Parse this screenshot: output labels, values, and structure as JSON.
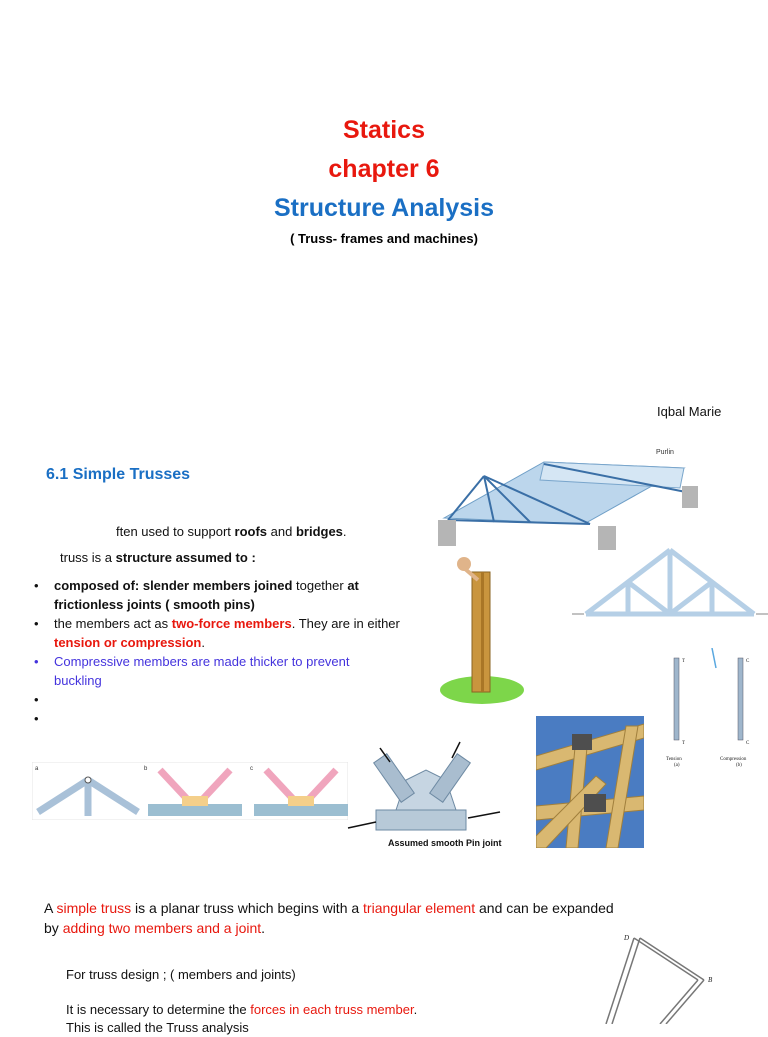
{
  "title": {
    "line1": "Statics",
    "line2": "chapter 6",
    "line3": "Structure Analysis",
    "line4": "( Truss- frames and machines)"
  },
  "author": "Iqbal Marie",
  "section": {
    "heading": "6.1 Simple Trusses"
  },
  "intro": {
    "line1_pre": "ften used to support ",
    "line1_b1": "roofs",
    "line1_mid": " and ",
    "line1_b2": "bridges",
    "line1_post": ".",
    "line2_pre": "truss is a ",
    "line2_b": "structure assumed to :"
  },
  "bullets": {
    "dot": "•",
    "b1_b1": "composed of: slender members joined",
    "b1_mid": " together ",
    "b1_b2": "at",
    "b1_line2": "frictionless joints ( smooth pins)",
    "b2_pre": "the members act as ",
    "b2_red": "two-force members",
    "b2_post": ". They are in either",
    "b2_line2": "tension or compression",
    "b2_line2_post": ".",
    "b3_line1": "Compressive members are made thicker to prevent",
    "b3_line2": "buckling"
  },
  "figures": {
    "purlin": "Purlin",
    "tension_label": "Tension",
    "tension_sub": "(a)",
    "compression_label": "Compression",
    "compression_sub": "(b)",
    "t": "T",
    "c": "C",
    "a": "a",
    "b": "b",
    "cc": "c",
    "pt_b": "B",
    "pt_d": "D",
    "pin_caption": "Assumed smooth Pin joint"
  },
  "simple_truss": {
    "pre": "A ",
    "red1": "simple truss",
    "mid1": " is a planar truss which begins with a  ",
    "red2": "triangular element",
    "mid2": " and can be expanded",
    "by": "by ",
    "red3": "adding two members and a joint",
    "post": "."
  },
  "design": {
    "line1": "For truss design ; ( members and joints)",
    "line2_pre": "It is necessary to determine the ",
    "line2_red": "forces in each truss member",
    "line2_post": ".",
    "line3": "This is called the Truss analysis"
  },
  "colors": {
    "red": "#e8180e",
    "blue": "#1a6fc4",
    "purple": "#4433dd"
  }
}
